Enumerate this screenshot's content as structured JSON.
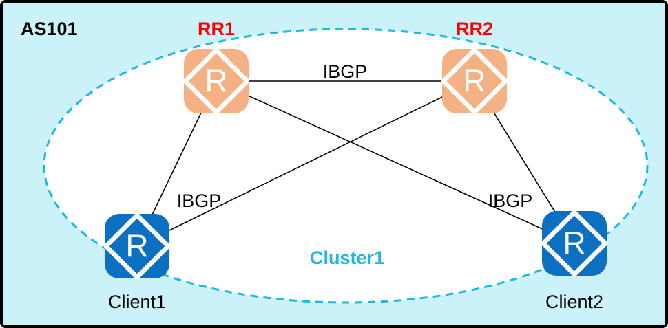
{
  "title": {
    "as_label": "AS101"
  },
  "cluster": {
    "label": "Cluster1"
  },
  "nodes": {
    "rr1": {
      "caption": "RR1",
      "letter": "R",
      "role": "route-reflector"
    },
    "rr2": {
      "caption": "RR2",
      "letter": "R",
      "role": "route-reflector"
    },
    "client1": {
      "caption": "Client1",
      "letter": "R",
      "role": "client"
    },
    "client2": {
      "caption": "Client2",
      "letter": "R",
      "role": "client"
    }
  },
  "links": {
    "rr1_rr2_label": "IBGP",
    "rr1_client1_label": "IBGP",
    "rr2_client2_label": "IBGP"
  },
  "colors": {
    "bg": "#CBF1F9",
    "border": "#000000",
    "ellipse_stroke": "#1CB8E0",
    "rr_fill": "#F4B183",
    "client_fill": "#0B6FC2",
    "rr_label": "#FF0000",
    "cluster_label": "#1CB8E0"
  }
}
